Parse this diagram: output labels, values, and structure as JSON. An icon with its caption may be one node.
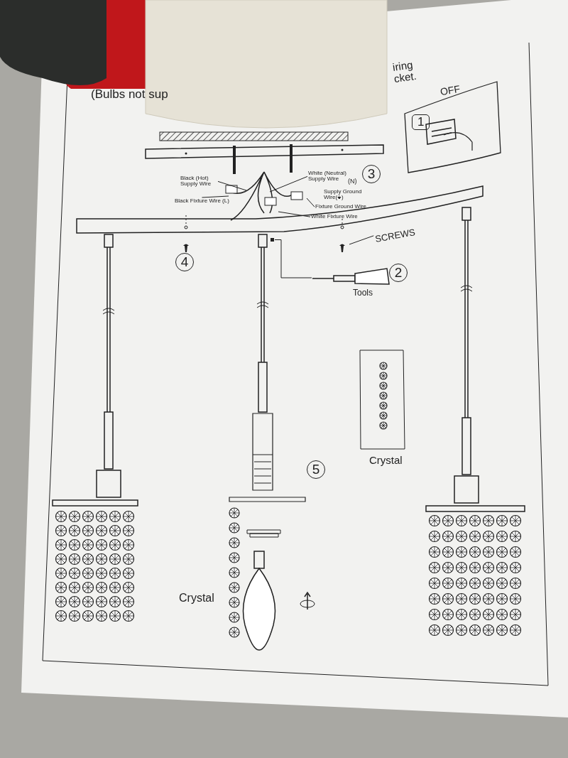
{
  "diagram": {
    "nodes": [
      {
        "text": [
          "Black (Hot) Supply Wire"
        ]
      },
      {
        "text": [
          "White (Neutral) Supply Wire"
        ]
      },
      {
        "text": [
          "Black Fixture Wire (L)"
        ]
      },
      {
        "text": [
          "Fixture Ground Wire"
        ]
      },
      {
        "text": [
          "White Fixture Wire"
        ]
      },
      {
        "text": [
          "SCREWS"
        ]
      },
      {
        "text": [],
        "shape": "picture",
        "beside": [
          "Tools"
        ]
      },
      {
        "text": [],
        "shape": "box"
      }
    ],
    "edges": [
      {
        "from": 0,
        "to": null,
        "arrow": "none"
      },
      {
        "from": 1,
        "to": null,
        "arrow": "none"
      },
      {
        "from": 2,
        "to": null,
        "arrow": "none"
      },
      {
        "from": 3,
        "to": null,
        "arrow": "none"
      },
      {
        "from": 4,
        "to": null,
        "arrow": "none"
      },
      {
        "from": 5,
        "to": null,
        "arrow": "none"
      },
      {
        "from": 7,
        "to": 6,
        "arrow": "none"
      }
    ],
    "labels": [
      "iring",
      "cket.",
      "(Bulbs not sup",
      "1",
      "OFF",
      "3",
      "(N)",
      "Supply Ground Wire(⏚)",
      "4",
      "2",
      "Crystal",
      "5",
      "Crystal"
    ]
  }
}
